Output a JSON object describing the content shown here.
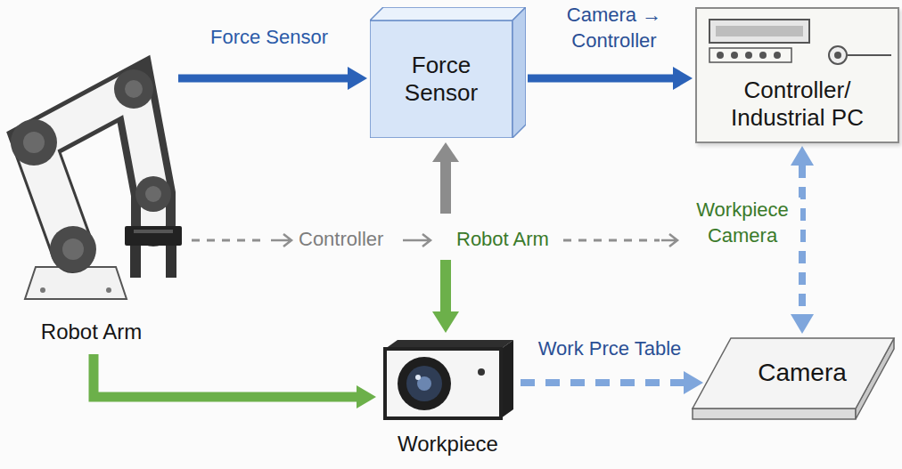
{
  "diagram": {
    "nodes": [
      {
        "text": [
          "Force Sensor"
        ]
      },
      {
        "text": [
          "Controller/ Industrial PC"
        ]
      },
      {
        "text": [
          "Robot Arm"
        ]
      },
      {
        "text": [
          "Workpiece"
        ]
      },
      {
        "text": [
          "Camera"
        ]
      }
    ],
    "edges": [
      {
        "from": 2,
        "to": 0,
        "arrow": "to",
        "label": "Force Sensor"
      },
      {
        "from": 0,
        "to": 1,
        "arrow": "to",
        "label": "Camera → Controller"
      },
      {
        "from": 1,
        "to": 4,
        "arrow": "both",
        "label": "Workpiece Camera"
      },
      {
        "from": 2,
        "to": 3,
        "arrow": "to"
      },
      {
        "from": 3,
        "to": 4,
        "arrow": "to",
        "label": "Work Prce Table"
      }
    ],
    "labels": [
      "Controller",
      "Robot Arm"
    ]
  }
}
